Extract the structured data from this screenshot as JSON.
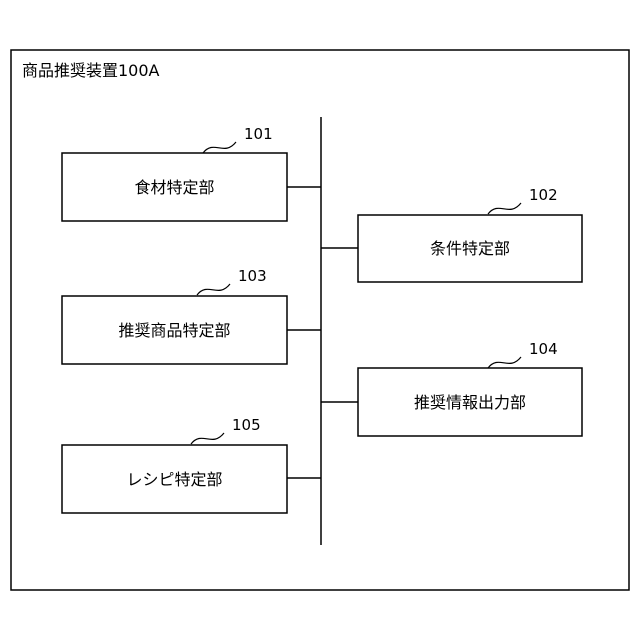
{
  "diagram": {
    "title": "商品推奨装置100A",
    "boxes": [
      {
        "id": "food",
        "label": "食材特定部",
        "ref": "101"
      },
      {
        "id": "condition",
        "label": "条件特定部",
        "ref": "102"
      },
      {
        "id": "recommend-product",
        "label": "推奨商品特定部",
        "ref": "103"
      },
      {
        "id": "recommend-info-output",
        "label": "推奨情報出力部",
        "ref": "104"
      },
      {
        "id": "recipe",
        "label": "レシピ特定部",
        "ref": "105"
      }
    ]
  }
}
